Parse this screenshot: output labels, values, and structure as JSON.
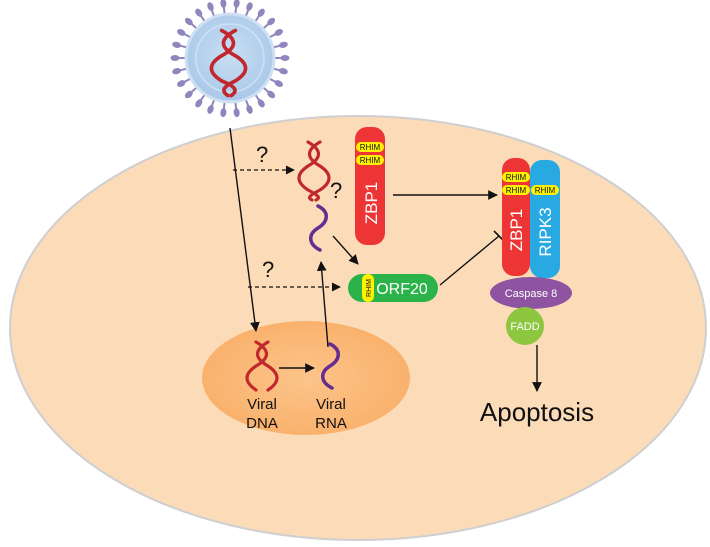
{
  "nucleus_labels": {
    "dna_line1": "Viral",
    "dna_line2": "DNA",
    "rna_line1": "Viral",
    "rna_line2": "RNA"
  },
  "question_marks": {
    "upper": "?",
    "middle": "?",
    "lower": "?"
  },
  "zbp1_free": {
    "name": "ZBP1",
    "rhim_1": "RHIM",
    "rhim_2": "RHIM"
  },
  "orf20": {
    "name": "ORF20",
    "rhim": "RHIM"
  },
  "necrosome": {
    "zbp1_name": "ZBP1",
    "zbp1_rhim_1": "RHIM",
    "zbp1_rhim_2": "RHIM",
    "ripk3_name": "RIPK3",
    "ripk3_rhim": "RHIM",
    "caspase8": "Caspase 8",
    "fadd": "FADD"
  },
  "outcome": "Apoptosis",
  "colors": {
    "cell": "#fcdcb8",
    "cell_border": "#d9d9d9",
    "nucleus": "#fbb978",
    "nucleus_inner": "#fcc58c",
    "zbp1": "#ec3534",
    "rhim": "#fff200",
    "ripk3": "#28a9e1",
    "orf20": "#2bb34a",
    "caspase8": "#8e53a1",
    "fadd": "#8dc63f",
    "dna": "#c1272d",
    "rna": "#662d91",
    "virus_body": "#b8d4ee",
    "virus_spikes": "#8f86bd"
  }
}
